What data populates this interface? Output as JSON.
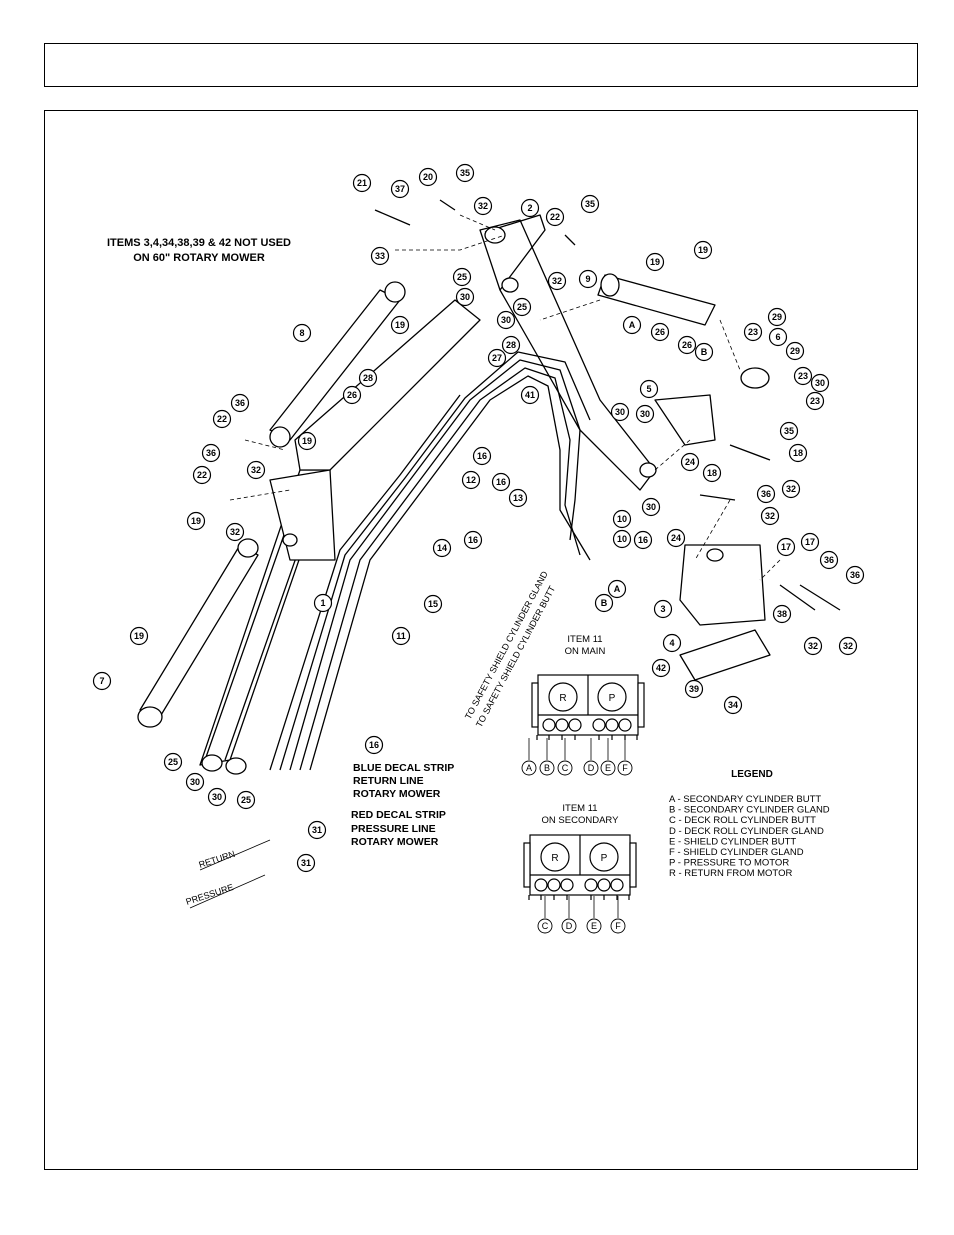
{
  "header": {
    "title": ""
  },
  "note": {
    "line1": "ITEMS 3,4,34,38,39 & 42 NOT USED",
    "line2": "ON 60\" ROTARY MOWER"
  },
  "callouts": {
    "blue": [
      "BLUE DECAL STRIP",
      "RETURN LINE",
      "ROTARY MOWER"
    ],
    "red": [
      "RED DECAL STRIP",
      "PRESSURE LINE",
      "ROTARY MOWER"
    ],
    "return": "RETURN",
    "pressure": "PRESSURE",
    "gland": "TO SAFETY SHIELD CYLINDER GLAND",
    "butt": "TO SAFETY SHIELD CYLINDER BUTT"
  },
  "item11_main": {
    "title1": "ITEM 11",
    "title2": "ON MAIN",
    "r": "R",
    "p": "P",
    "ports": [
      "A",
      "B",
      "C",
      "D",
      "E",
      "F"
    ]
  },
  "item11_secondary": {
    "title1": "ITEM 11",
    "title2": "ON SECONDARY",
    "r": "R",
    "p": "P",
    "ports": [
      "C",
      "D",
      "E",
      "F"
    ]
  },
  "legend": {
    "title": "LEGEND",
    "items": [
      "A - SECONDARY CYLINDER BUTT",
      "B - SECONDARY CYLINDER GLAND",
      "C - DECK ROLL CYLINDER BUTT",
      "D - DECK ROLL CYLINDER GLAND",
      "E - SHIELD CYLINDER BUTT",
      "F - SHIELD CYLINDER GLAND",
      "P - PRESSURE TO MOTOR",
      "R - RETURN FROM MOTOR"
    ]
  },
  "balloons": [
    "21",
    "37",
    "20",
    "35",
    "32",
    "33",
    "2",
    "22",
    "35",
    "25",
    "32",
    "9",
    "19",
    "19",
    "30",
    "30",
    "25",
    "A",
    "26",
    "8",
    "19",
    "26",
    "B",
    "23",
    "29",
    "6",
    "29",
    "28",
    "27",
    "28",
    "41",
    "23",
    "30",
    "23",
    "36",
    "22",
    "32",
    "26",
    "5",
    "30",
    "30",
    "19",
    "12",
    "16",
    "35",
    "36",
    "16",
    "18",
    "22",
    "32",
    "13",
    "24",
    "18",
    "36",
    "32",
    "30",
    "24",
    "32",
    "19",
    "16",
    "10",
    "10",
    "16",
    "A",
    "14",
    "B",
    "3",
    "15",
    "17",
    "17",
    "36",
    "36",
    "1",
    "11",
    "38",
    "4",
    "42",
    "32",
    "32",
    "19",
    "39",
    "7",
    "34",
    "25",
    "16",
    "30",
    "30",
    "25",
    "31",
    "31"
  ]
}
